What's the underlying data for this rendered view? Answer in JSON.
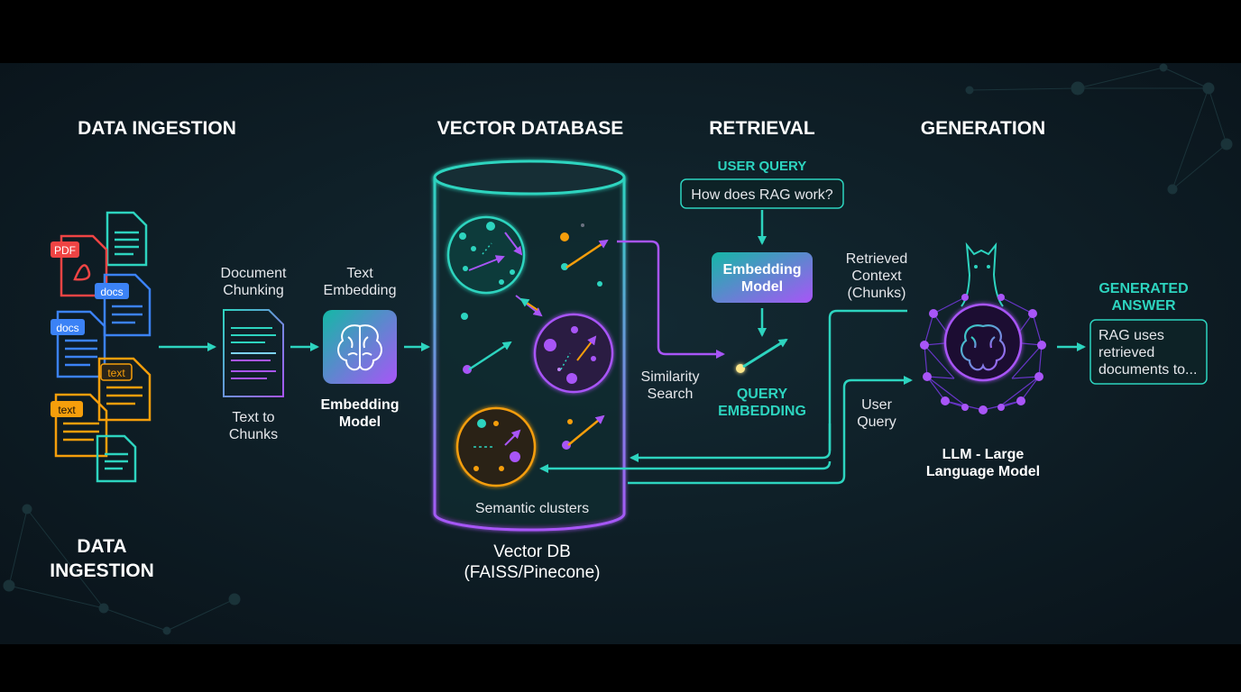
{
  "sections": {
    "ingestion": "DATA INGESTION",
    "vector_db": "VECTOR DATABASE",
    "retrieval": "RETRIEVAL",
    "generation": "GENERATION"
  },
  "bottom_ingestion": [
    "DATA",
    "INGESTION"
  ],
  "file_badges": {
    "pdf": "PDF",
    "docs": "docs",
    "text": "text"
  },
  "chunking": {
    "top": [
      "Document",
      "Chunking"
    ],
    "bottom": [
      "Text to",
      "Chunks"
    ]
  },
  "embedding": {
    "top": [
      "Text",
      "Embedding"
    ],
    "bottom": [
      "Embedding",
      "Model"
    ]
  },
  "vector_db": {
    "clusters_label": "Semantic clusters",
    "caption": [
      "Vector DB",
      "(FAISS/Pinecone)"
    ]
  },
  "retrieval": {
    "user_query_title": "USER QUERY",
    "user_query_text": "How does RAG work?",
    "embed_model": [
      "Embedding",
      "Model"
    ],
    "similarity": [
      "Similarity",
      "Search"
    ],
    "query_embedding": [
      "QUERY",
      "EMBEDDING"
    ]
  },
  "generation": {
    "retrieved_context": [
      "Retrieved",
      "Context",
      "(Chunks)"
    ],
    "user_query": [
      "User",
      "Query"
    ],
    "llm": [
      "LLM - Large",
      "Language Model"
    ],
    "answer_title": [
      "GENERATED",
      "ANSWER"
    ],
    "answer_text": [
      "RAG uses",
      "retrieved",
      "documents to..."
    ]
  },
  "colors": {
    "background": "#0d1b24",
    "teal": "#2dd4bf",
    "purple": "#a855f7",
    "orange": "#f59e0b",
    "red": "#ef4444",
    "blue": "#3b82f6",
    "heading": "#ffffff",
    "label": "#e5e7eb",
    "accent_title": "#2dd4bf"
  }
}
